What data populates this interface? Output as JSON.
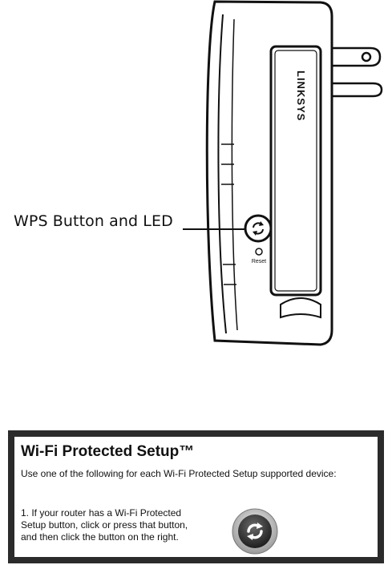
{
  "diagram": {
    "callout_label": "WPS Button and LED",
    "brand_label": "LINKSYS",
    "reset_label": "Reset"
  },
  "wps_panel": {
    "title": "Wi-Fi Protected Setup™",
    "intro": "Use one of the following for each Wi-Fi Protected Setup supported device:",
    "step_lines": [
      "1. If your router has a Wi-Fi Protected",
      "Setup button, click or press that button,",
      "and then click the button on the right."
    ],
    "button_icon": "wps-icon"
  }
}
